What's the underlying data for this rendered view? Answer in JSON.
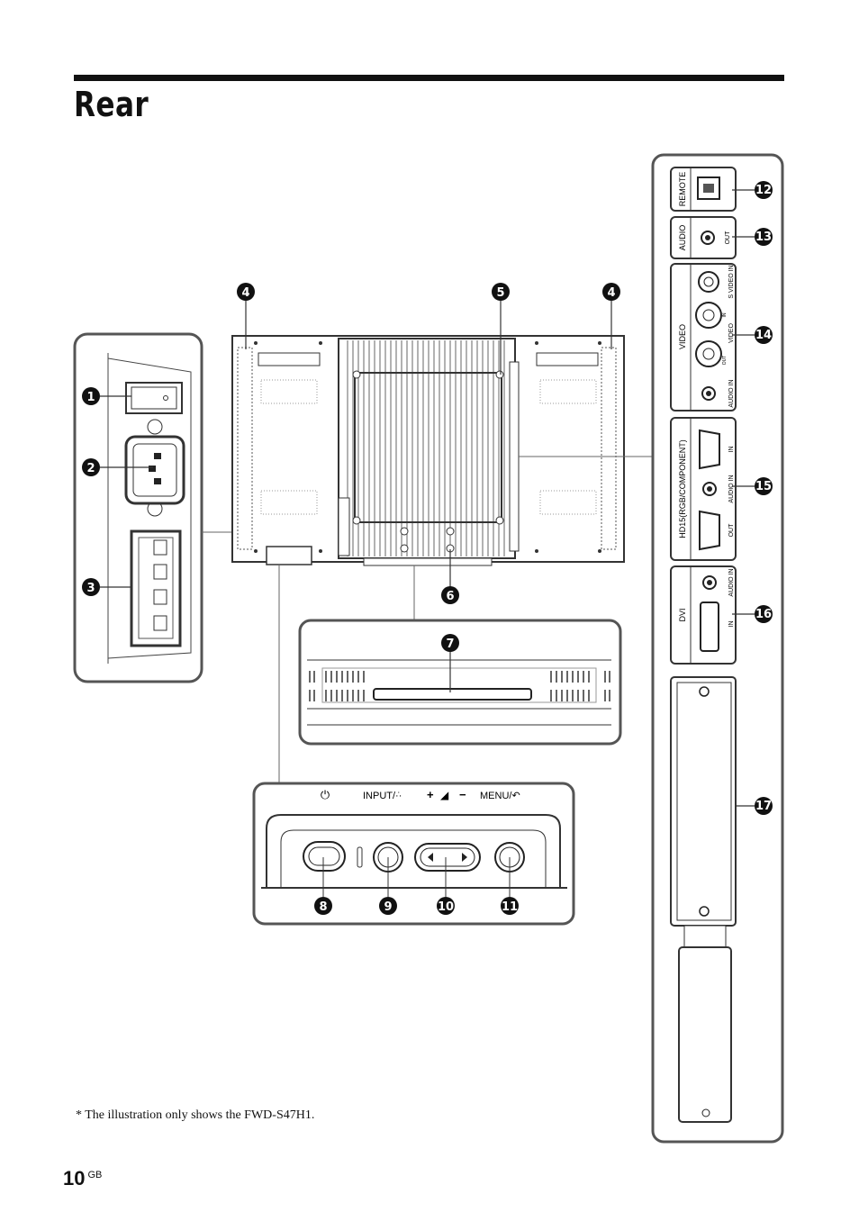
{
  "page": {
    "title": "Rear",
    "footnote": "*  The illustration only shows the FWD-S47H1.",
    "page_number": "10",
    "page_lang": "GB"
  },
  "callouts": [
    "1",
    "2",
    "3",
    "4",
    "5",
    "6",
    "7",
    "8",
    "9",
    "10",
    "11",
    "12",
    "13",
    "14",
    "15",
    "16",
    "17"
  ],
  "panel_labels": {
    "remote": "REMOTE",
    "audio": "AUDIO",
    "audio_out": "OUT",
    "video": "VIDEO",
    "s_video_in": "S VIDEO IN",
    "video_in": "IN",
    "video_label": "VIDEO",
    "video_out": "OUT",
    "audio_in": "AUDIO IN",
    "hd15": "HD15(RGB/COMPONENT)",
    "hd15_in": "IN",
    "hd15_audio_in": "AUDIO IN",
    "hd15_out": "OUT",
    "dvi": "DVI",
    "dvi_audio_in": "AUDIO IN",
    "dvi_in": "IN"
  },
  "control_labels": {
    "power": "⏻",
    "input": "INPUT/·̇·",
    "plus": "+",
    "volume": "◢",
    "minus": "−",
    "menu": "MENU/↶"
  }
}
